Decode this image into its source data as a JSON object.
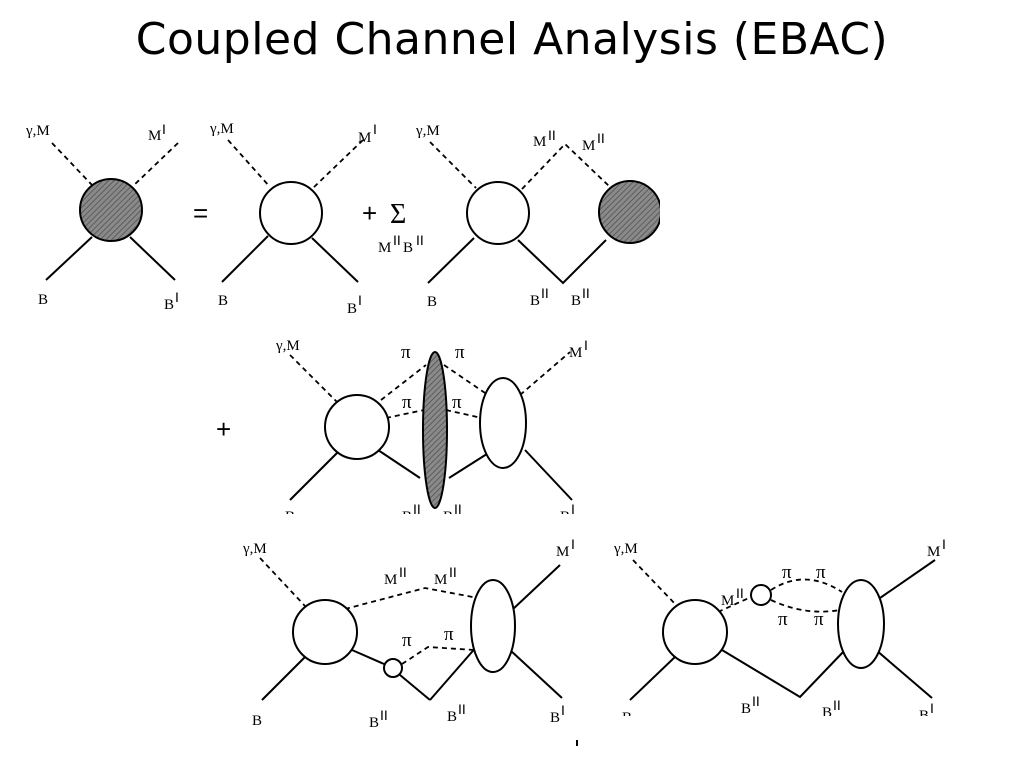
{
  "title": "Coupled Channel Analysis (EBAC)",
  "symbols": {
    "gamma_M": "γ,M",
    "M": "M",
    "B": "B",
    "pi": "π",
    "sup_I": "I",
    "sup_II": "II",
    "equals": "=",
    "plus": "+",
    "sigma": "Σ",
    "sum_index": "M",
    "sum_index_B": "B"
  },
  "colors": {
    "line": "#000000",
    "hatched_blob": "#7a7a7a",
    "background": "#ffffff"
  }
}
